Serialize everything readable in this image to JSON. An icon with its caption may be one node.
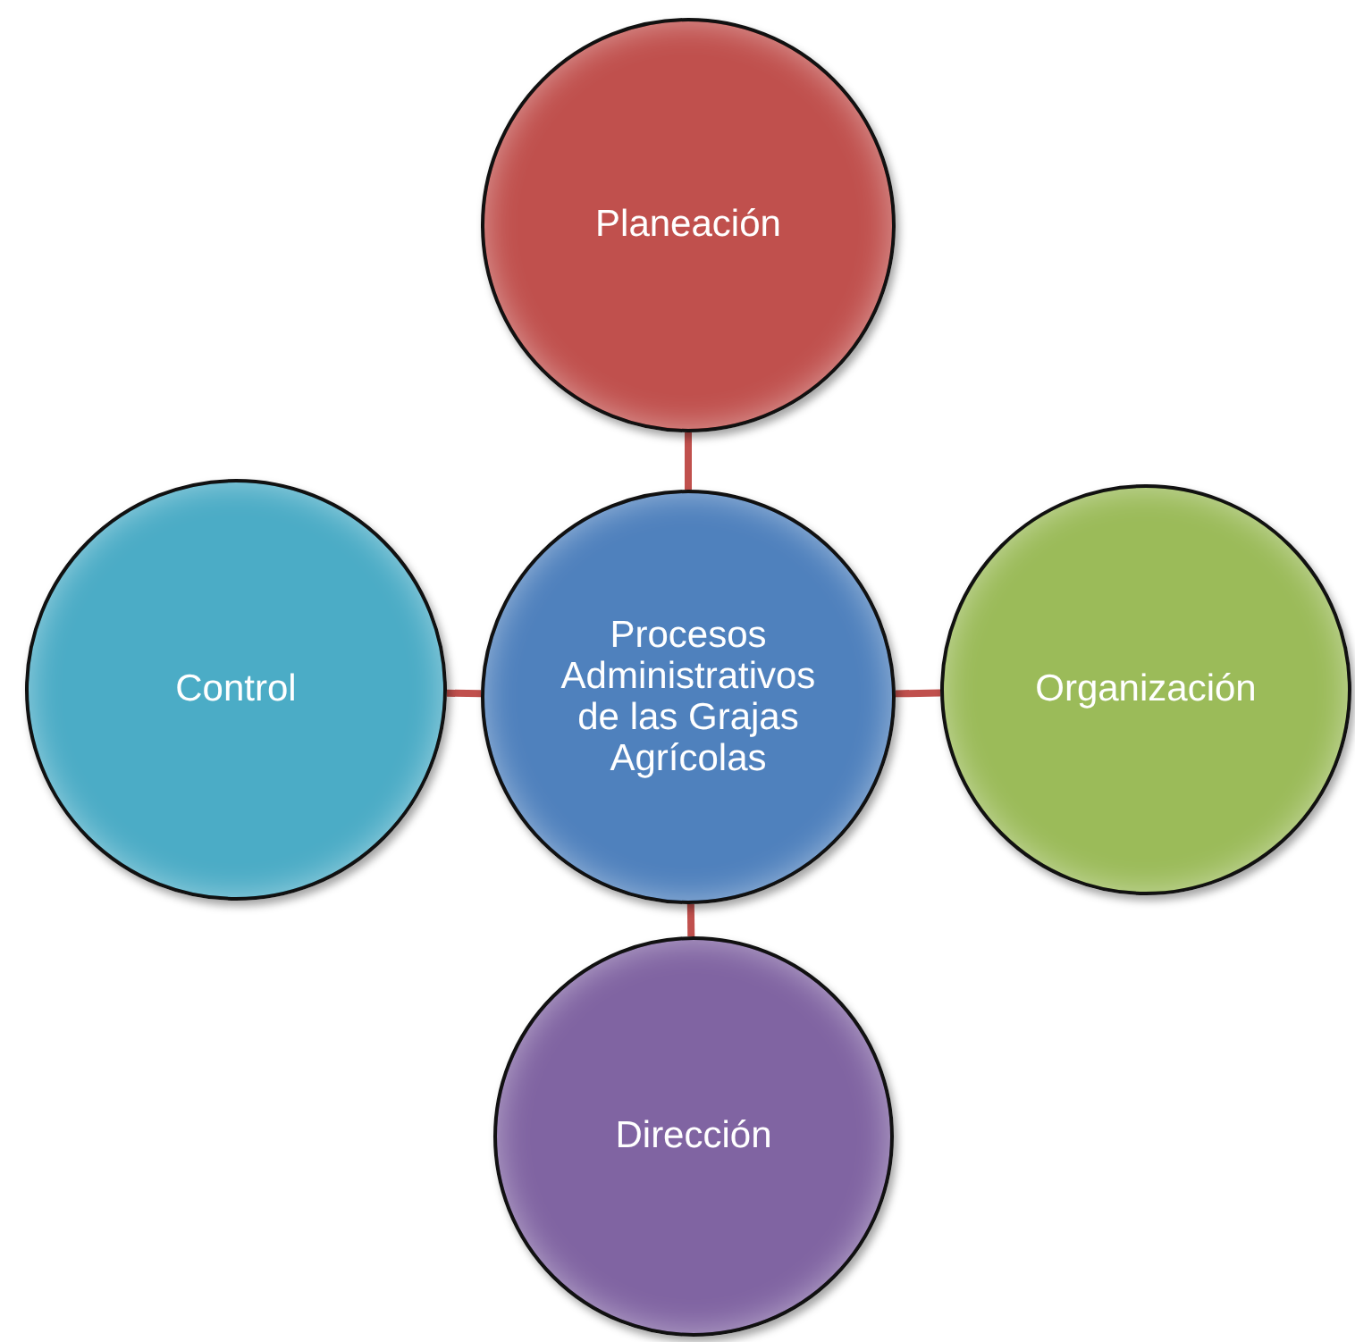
{
  "diagram": {
    "nodes": [
      {
        "text": [
          "Planeación"
        ]
      },
      {
        "text": [
          "Control"
        ]
      },
      {
        "text": [
          "Procesos Administrativos de las Grajas Agrícolas"
        ]
      },
      {
        "text": [
          "Organización"
        ]
      },
      {
        "text": [
          "Dirección"
        ]
      }
    ],
    "edges": [
      {
        "from": 2,
        "to": 0,
        "arrow": "none"
      },
      {
        "from": 2,
        "to": 3,
        "arrow": "none"
      },
      {
        "from": 2,
        "to": 4,
        "arrow": "none"
      },
      {
        "from": 2,
        "to": 1,
        "arrow": "none"
      }
    ]
  }
}
